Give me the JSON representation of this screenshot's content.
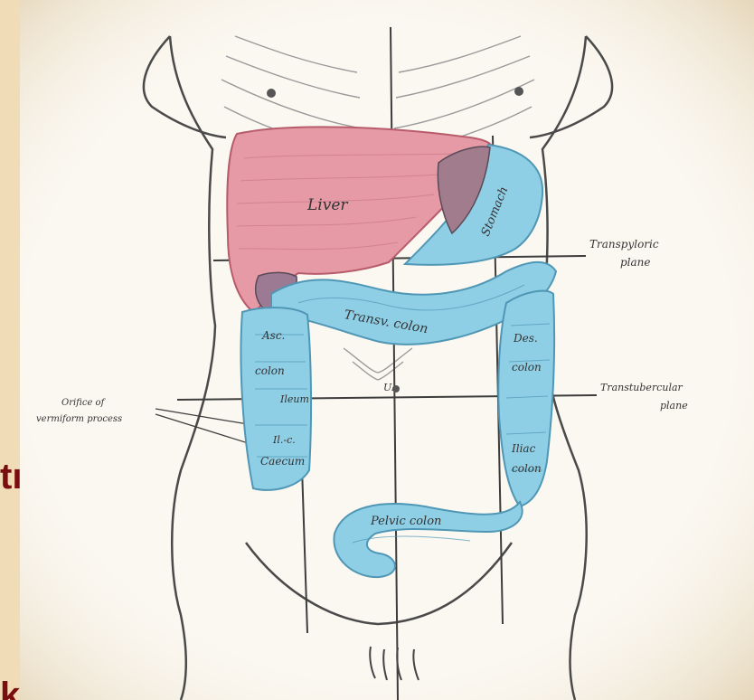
{
  "labels": {
    "liver": "Liver",
    "stomach": "Stomach",
    "transverse_colon": "Transv. colon",
    "ascending_colon": [
      "Asc.",
      "colon"
    ],
    "descending_colon": [
      "Des.",
      "colon"
    ],
    "iliac_colon": [
      "Iliac",
      "colon"
    ],
    "pelvic_colon": "Pelvic colon",
    "caecum": [
      "Il.-c.",
      "Caecum"
    ],
    "ileum": "Ileum",
    "umbilicus": "U.",
    "transpyloric_plane": [
      "Transpyloric",
      "plane"
    ],
    "transtubercular_plane": [
      "Transtubercular",
      "plane"
    ],
    "iliac_tubercle": [
      "Orifice of",
      "vermiform process"
    ]
  },
  "slide_fragments": {
    "upper": "tı",
    "lower": "k"
  },
  "colors": {
    "background": "#f3e7cf",
    "liver": "#e59aa6",
    "colon": "#8fcfe6",
    "outline": "#4a4a4a",
    "slide_text": "#7a0d0d"
  }
}
